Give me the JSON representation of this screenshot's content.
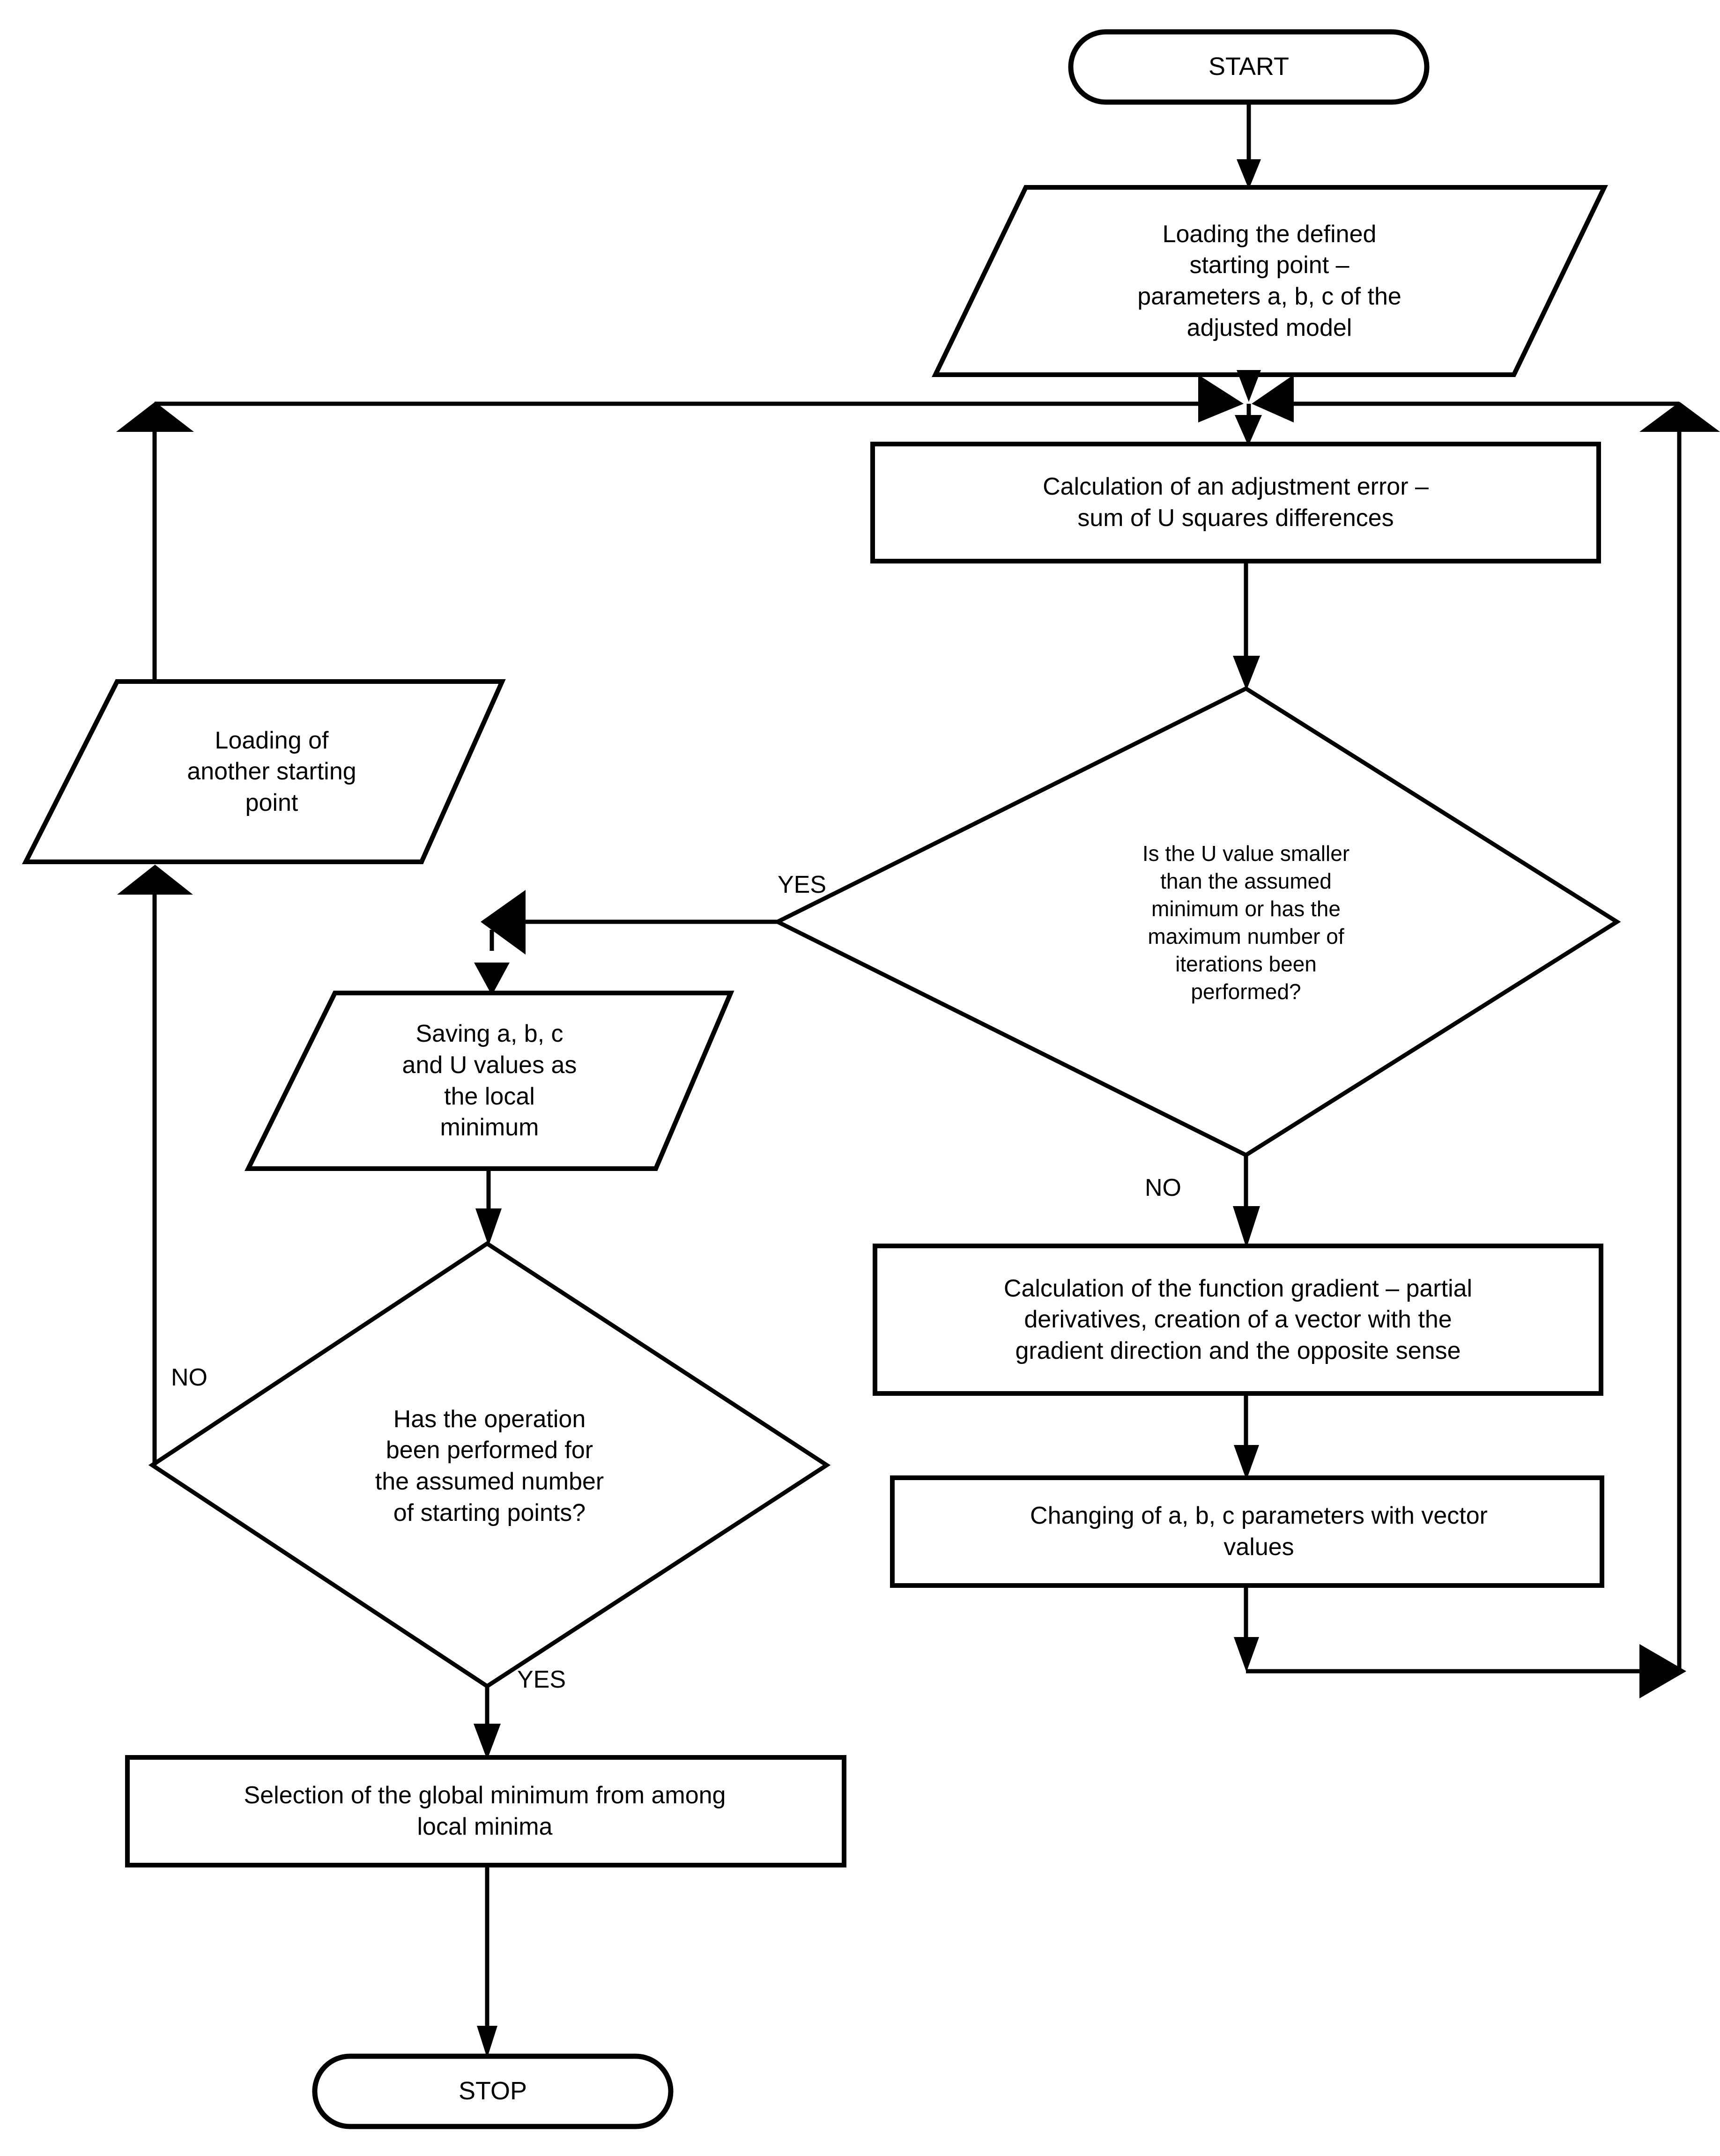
{
  "diagram": {
    "title": "Gradient descent with multiple starting points flowchart",
    "background": "#ffffff",
    "stroke": "#000000",
    "fill": "#ffffff"
  },
  "nodes": {
    "start": {
      "label": "START",
      "shape": "terminal"
    },
    "load_start_point": {
      "label": "Loading the defined\nstarting point –\nparameters a, b, c of the\nadjusted model",
      "shape": "parallelogram"
    },
    "calc_error": {
      "label": "Calculation of an adjustment error –\nsum of U squares differences",
      "shape": "process"
    },
    "decision_u": {
      "label": "Is the U value smaller\nthan the assumed\nminimum or has the\nmaximum number of\niterations been\nperformed?",
      "shape": "decision"
    },
    "calc_gradient": {
      "label": "Calculation of the function gradient – partial\nderivatives, creation of a vector with the\ngradient direction and the opposite sense",
      "shape": "process"
    },
    "change_params": {
      "label": "Changing of a, b, c parameters with vector\nvalues",
      "shape": "process"
    },
    "save_local_min": {
      "label": "Saving a, b, c\nand U values as\nthe local\nminimum",
      "shape": "parallelogram"
    },
    "decision_points": {
      "label": "Has the operation\nbeen performed for\nthe assumed number\nof starting points?",
      "shape": "decision"
    },
    "load_another_point": {
      "label": "Loading of\nanother starting\npoint",
      "shape": "parallelogram"
    },
    "select_global_min": {
      "label": "Selection of the global minimum from among\nlocal minima",
      "shape": "process"
    },
    "stop": {
      "label": "STOP",
      "shape": "terminal"
    }
  },
  "edge_labels": {
    "yes_u": "YES",
    "no_u": "NO",
    "no_points": "NO",
    "yes_points": "YES"
  },
  "flow": [
    {
      "from": "start",
      "to": "load_start_point",
      "label": ""
    },
    {
      "from": "load_start_point",
      "to": "calc_error",
      "label": ""
    },
    {
      "from": "calc_error",
      "to": "decision_u",
      "label": ""
    },
    {
      "from": "decision_u",
      "to": "save_local_min",
      "label": "YES"
    },
    {
      "from": "decision_u",
      "to": "calc_gradient",
      "label": "NO"
    },
    {
      "from": "calc_gradient",
      "to": "change_params",
      "label": ""
    },
    {
      "from": "change_params",
      "to": "calc_error",
      "label": ""
    },
    {
      "from": "save_local_min",
      "to": "decision_points",
      "label": ""
    },
    {
      "from": "decision_points",
      "to": "load_another_point",
      "label": "NO"
    },
    {
      "from": "load_another_point",
      "to": "calc_error",
      "label": ""
    },
    {
      "from": "decision_points",
      "to": "select_global_min",
      "label": "YES"
    },
    {
      "from": "select_global_min",
      "to": "stop",
      "label": ""
    }
  ]
}
